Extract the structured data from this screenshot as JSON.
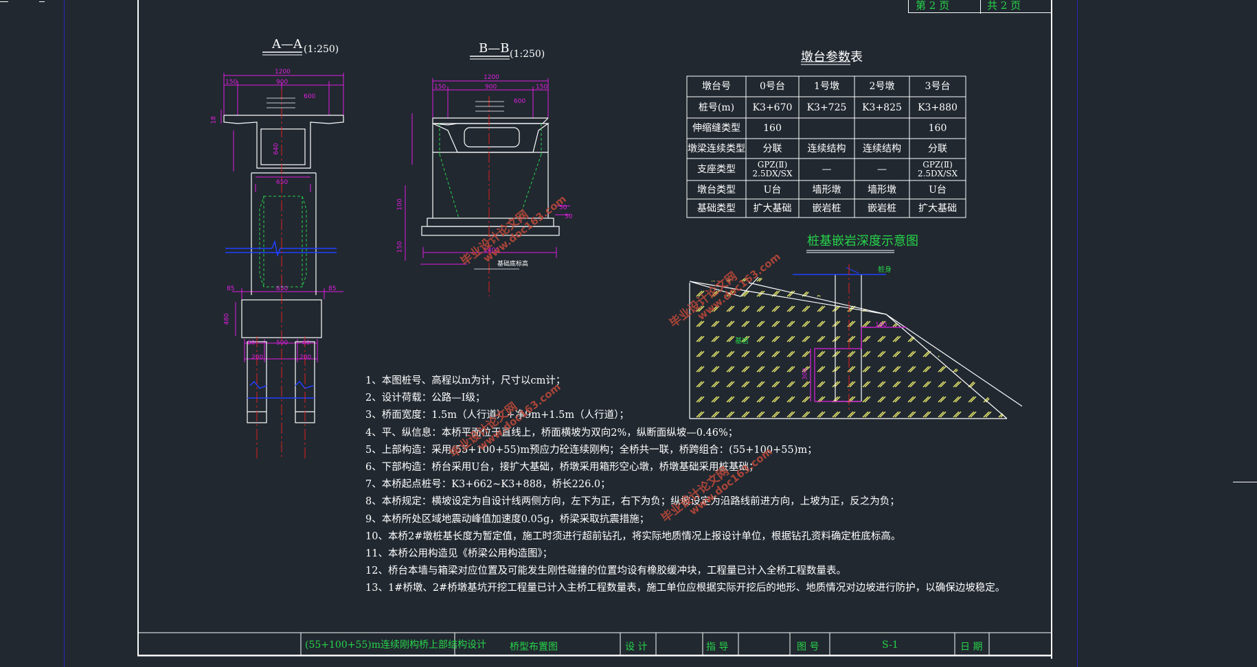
{
  "frame": {
    "page_cell": "第  2  页",
    "total_cell": "共  2  页"
  },
  "section_aa": {
    "title": "A—A",
    "scale": "(1:250)"
  },
  "section_bb": {
    "title": "B—B",
    "scale": "(1:250)"
  },
  "dims_aa": {
    "top": "1200",
    "left": "150",
    "mid": "900",
    "right": "600",
    "depth": "640",
    "width_650a": "650",
    "width_650b": "650",
    "side_85a": "85",
    "side_85b": "85",
    "cap_h": "480",
    "pile_60a": "60",
    "pile_500": "500",
    "pile_60b": "60",
    "pile_200a": "200",
    "pile_200b": "200",
    "h18": "18"
  },
  "dims_bb": {
    "top": "1200",
    "left": "150",
    "mid": "900",
    "right": "600",
    "right2": "150",
    "base": "1400",
    "d50a": "50",
    "d50b": "50",
    "h100": "100",
    "h150": "150",
    "label_bottom": "基础底标高"
  },
  "param_table": {
    "title": "墩台参数表",
    "headers": [
      "墩台号",
      "0号台",
      "1号墩",
      "2号墩",
      "3号台"
    ],
    "rows": [
      [
        "桩号(m)",
        "K3+670",
        "K3+725",
        "K3+825",
        "K3+880"
      ],
      [
        "伸缩缝类型",
        "160",
        "",
        "",
        "160"
      ],
      [
        "墩梁连续类型",
        "分联",
        "连续结构",
        "连续结构",
        "分联"
      ],
      [
        "支座类型",
        "GPZ(Ⅱ)\n2.5DX/SX",
        "—",
        "—",
        "GPZ(Ⅱ)\n2.5DX/SX"
      ],
      [
        "墩台类型",
        "U台",
        "墙形墩",
        "墙形墩",
        "U台"
      ],
      [
        "基础类型",
        "扩大基础",
        "嵌岩桩",
        "嵌岩桩",
        "扩大基础"
      ]
    ]
  },
  "pile_diagram": {
    "title": "桩基嵌岩深度示意图",
    "label_top": "桩身",
    "label_rock": "基岩",
    "dim_160": "160",
    "dim_depth": "300"
  },
  "notes": [
    "1、本图桩号、高程以m为计，尺寸以cm计；",
    "2、设计荷载：公路—I级；",
    "3、桥面宽度：1.5m（人行道）+净9m+1.5m（人行道）；",
    "4、平、纵信息：本桥平面位于直线上，桥面横坡为双向2%，纵断面纵坡—0.46%；",
    "5、上部构造：采用(55+100+55)m预应力砼连续刚构；全桥共一联，桥跨组合：(55+100+55)m；",
    "6、下部构造：桥台采用U台，接扩大基础，桥墩采用箱形空心墩，桥墩基础采用桩基础；",
    "7、本桥起点桩号：K3+662~K3+888，桥长226.0；",
    "8、本桥规定：横坡设定为自设计线两侧方向，左下为正，右下为负；纵坡设定为沿路线前进方向，上坡为正，反之为负；",
    "9、本桥所处区域地震动峰值加速度0.05g，桥梁采取抗震措施；",
    "10、本桥2#墩桩基长度为暂定值，施工时须进行超前钻孔，将实际地质情况上报设计单位，根据钻孔资料确定桩底标高。",
    "11、本桥公用构造见《桥梁公用构造图》；",
    "12、桥台本墙与箱梁对应位置及可能发生刚性碰撞的位置均设有橡胶缓冲块，工程量已计入全桥工程数量表。",
    "13、1#桥墩、2#桥墩基坑开挖工程量已计入主桥工程数量表，施工单位应根据实际开挖后的地形、地质情况对边坡进行防护，以确保边坡稳定。"
  ],
  "title_block": {
    "project": "(55+100+55)m连续刚构桥上部结构设计",
    "drawing": "桥型布置图",
    "design_label": "设 计",
    "guide_label": "指 导",
    "number_label": "图 号",
    "number_value": "S-1",
    "date_label": "日 期"
  },
  "watermark": {
    "cn": "毕业设计论文网",
    "url": "www.doc163.com"
  },
  "colors": {
    "background": "#212830",
    "frame_line": "#ffffff",
    "green": "#27d44a",
    "magenta": "#e01ee0",
    "yellow": "#e6e66a",
    "blue_border": "#2a2ab8",
    "red_axis": "#e02020",
    "blue_break": "#2040ff"
  }
}
